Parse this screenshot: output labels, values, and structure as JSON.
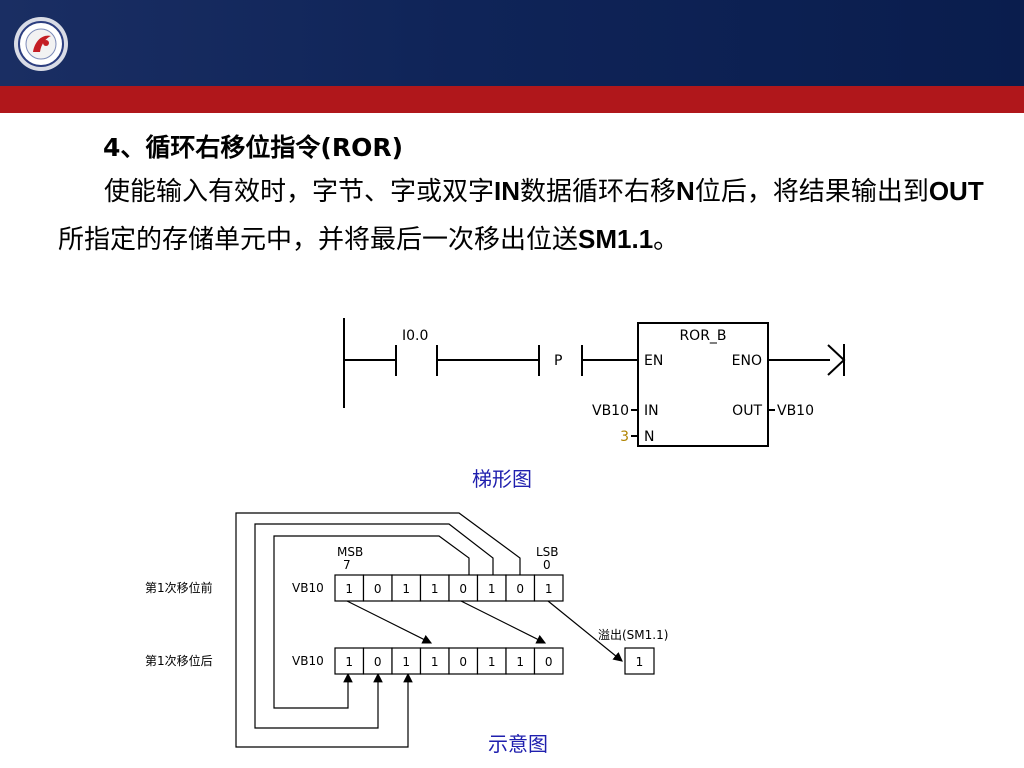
{
  "slide": {
    "heading": "4、循环右移位指令(ROR)",
    "paragraph": {
      "p1": "使能输入有效时，字节、字或双字",
      "b1": "IN",
      "p2": "数据循环右移",
      "b2": "N",
      "p3": "位后，将结果输出到",
      "b3": "OUT",
      "p4": "所指定的存储单元中，并将最后一次移出位送",
      "b4": "SM1.1",
      "p5": "。"
    }
  },
  "ladder": {
    "contact": "I0.0",
    "p_label": "P",
    "box_title": "ROR_B",
    "en": "EN",
    "eno": "ENO",
    "in": "IN",
    "out": "OUT",
    "n": "N",
    "in_operand": "VB10",
    "out_operand": "VB10",
    "n_value": "3",
    "caption": "梯形图"
  },
  "shift_diagram": {
    "msb": "MSB",
    "msb_index": "7",
    "lsb": "LSB",
    "lsb_index": "0",
    "row1_label": "第1次移位前",
    "row2_label": "第1次移位后",
    "row1_reg": "VB10",
    "row2_reg": "VB10",
    "before_bits": [
      "1",
      "0",
      "1",
      "1",
      "0",
      "1",
      "0",
      "1"
    ],
    "after_bits": [
      "1",
      "0",
      "1",
      "1",
      "0",
      "1",
      "1",
      "0"
    ],
    "overflow_label": "溢出(SM1.1)",
    "overflow_value": "1",
    "caption": "示意图"
  },
  "colors": {
    "banner": "#0f2458",
    "redbar": "#b0171b",
    "caption": "#1f1fae",
    "n_value": "#b08400"
  }
}
